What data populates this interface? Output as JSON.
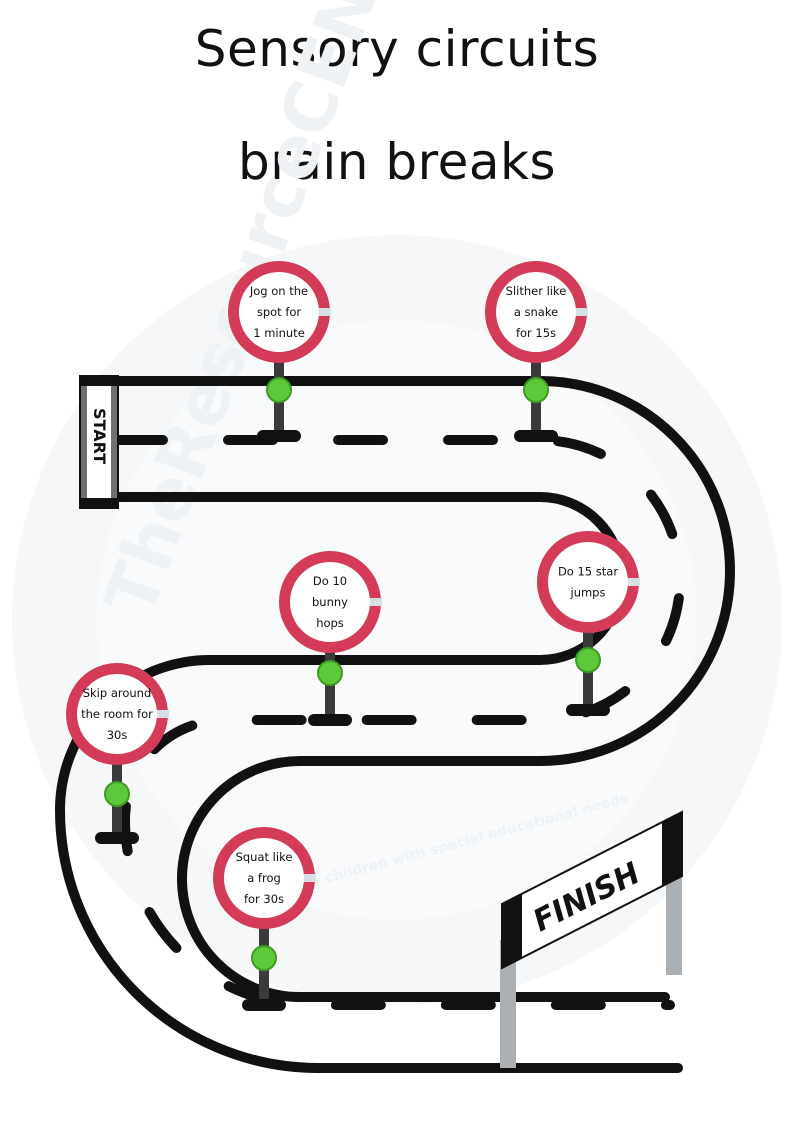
{
  "title": {
    "line1": "Sensory circuits",
    "line2": "brain breaks"
  },
  "watermark": {
    "name": "TheResourceCENtre",
    "tagline": "for children with special educational needs"
  },
  "track": {
    "start_label": "START",
    "finish_label": "FINISH"
  },
  "signs": [
    {
      "id": "jog",
      "lines": [
        "Jog on the",
        "spot for",
        "1 minute"
      ]
    },
    {
      "id": "slither",
      "lines": [
        "Slither like",
        "a snake",
        "for 15s"
      ]
    },
    {
      "id": "bunny",
      "lines": [
        "Do 10",
        "bunny",
        "hops"
      ]
    },
    {
      "id": "star",
      "lines": [
        "Do 15 star",
        "jumps"
      ]
    },
    {
      "id": "skip",
      "lines": [
        "Skip around",
        "the room for",
        "30s"
      ]
    },
    {
      "id": "squat",
      "lines": [
        "Squat like",
        "a frog",
        "for 30s"
      ]
    }
  ],
  "colors": {
    "sign_ring": "#d33b58",
    "post_light": "#5cc93a",
    "track": "#111111",
    "watermark": "#eef2f5"
  }
}
